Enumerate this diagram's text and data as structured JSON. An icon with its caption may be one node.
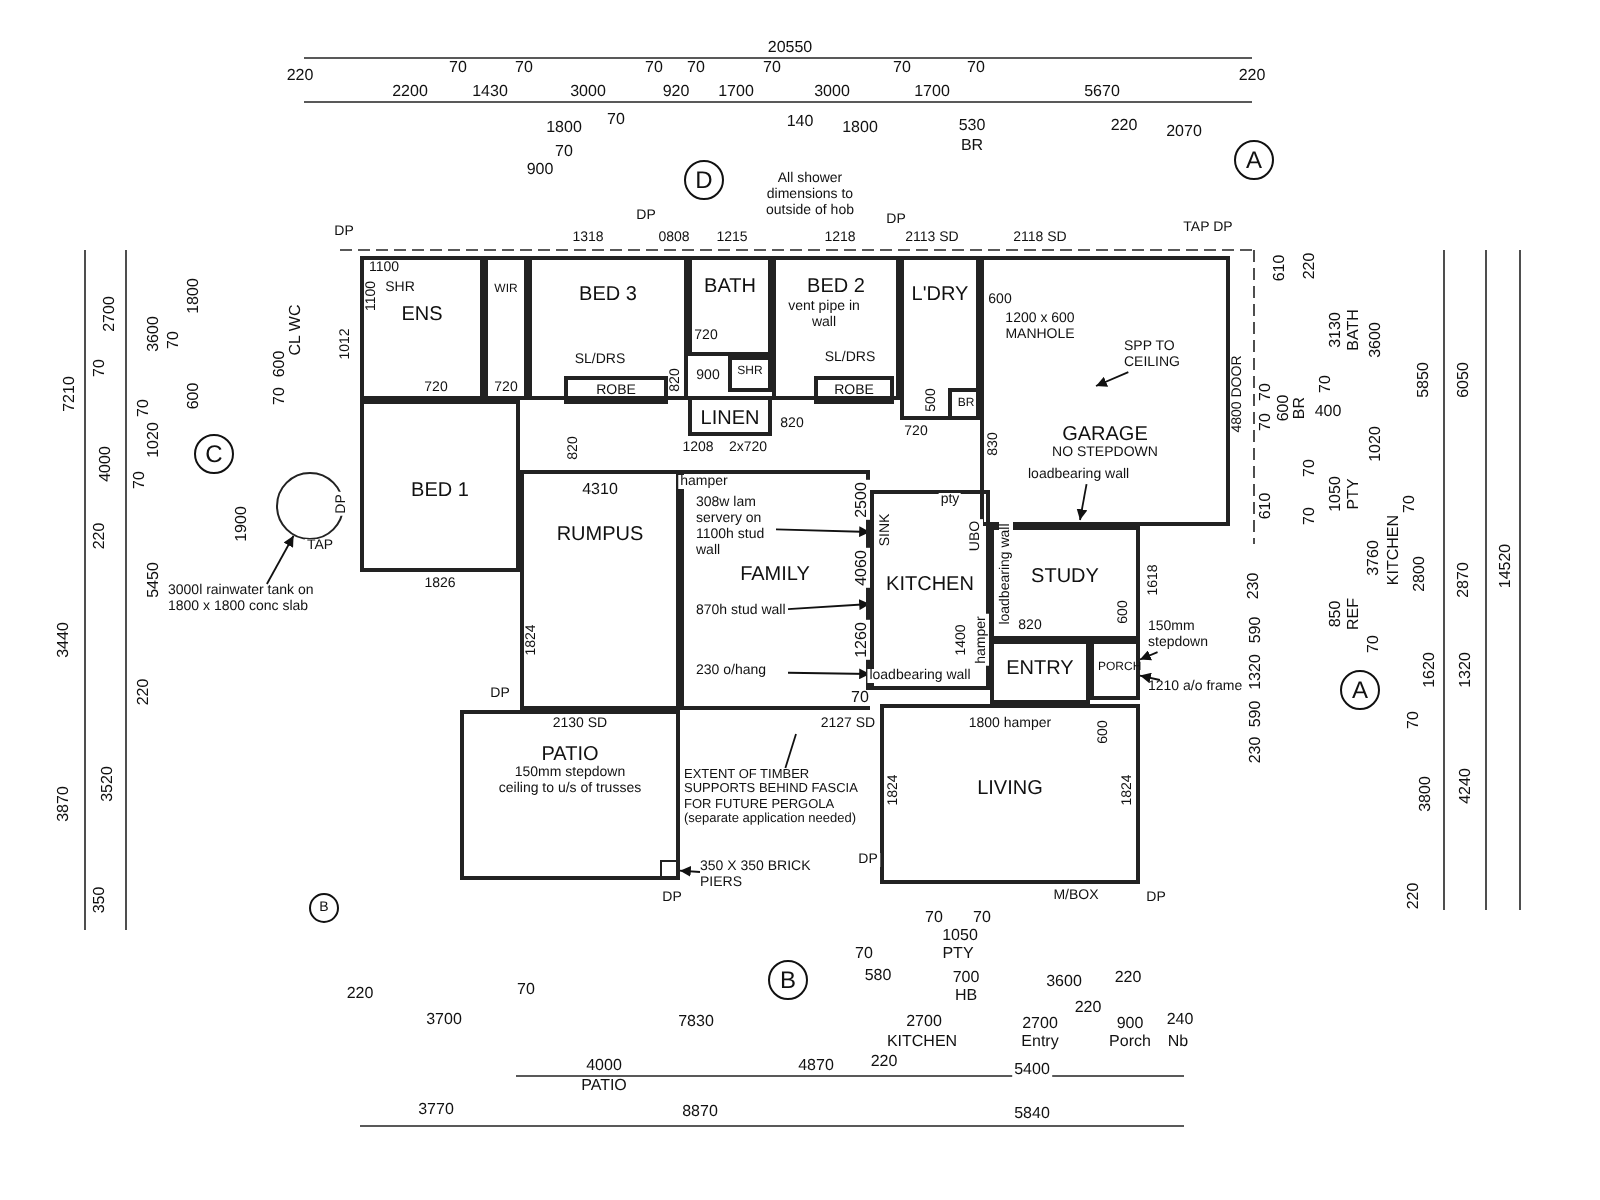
{
  "diagram": {
    "nodes": [
      {
        "text": [
          "ENS"
        ]
      },
      {
        "text": [
          "WIR"
        ]
      },
      {
        "text": [
          "BED 3"
        ]
      },
      {
        "text": [
          "BATH"
        ]
      },
      {
        "text": [
          "SHR"
        ]
      },
      {
        "text": [
          "LINEN"
        ]
      },
      {
        "text": [
          "BED 2"
        ]
      },
      {
        "text": [
          "L'DRY"
        ]
      },
      {
        "text": [
          "GARAGE",
          "NO STEPDOWN"
        ]
      },
      {
        "text": [
          "BED 1"
        ]
      },
      {
        "text": [
          "ROBE"
        ],
        "in": 2
      },
      {
        "text": [
          "ROBE"
        ],
        "in": 6
      },
      {
        "text": [
          "BR"
        ],
        "in": 7
      },
      {
        "text": [
          "RUMPUS"
        ]
      },
      {
        "text": [
          "FAMILY"
        ]
      },
      {
        "text": [
          "KITCHEN"
        ]
      },
      {
        "text": [
          "STUDY"
        ]
      },
      {
        "text": [
          "ENTRY"
        ]
      },
      {
        "text": [
          "PORCH"
        ]
      },
      {
        "text": [
          "PATIO",
          "150mm stepdown",
          "ceiling to u/s of trusses"
        ]
      },
      {
        "text": [
          "LIVING"
        ]
      },
      {
        "text": [],
        "shape": "circle"
      },
      {
        "text": [
          "3000l rainwater tank on 1800 x 1800 conc slab"
        ]
      },
      {
        "text": [],
        "shape": "box",
        "in": 19
      },
      {
        "text": [
          "350 X 350 BRICK PIERS"
        ]
      },
      {
        "text": [
          "SPP TO CEILING"
        ],
        "in": 8
      },
      {
        "text": [
          "150mm stepdown"
        ]
      },
      {
        "text": [
          "1210 a/o frame"
        ]
      },
      {
        "text": [
          "loadbearing wall"
        ],
        "in": 8
      },
      {
        "text": [
          "308w lam servery on 1100h stud wall"
        ],
        "in": 14
      },
      {
        "text": [
          "870h stud wall"
        ],
        "in": 14
      },
      {
        "text": [
          "230 o/hang"
        ],
        "in": 14
      },
      {
        "text": [
          "EXTENT OF TIMBER SUPPORTS BEHIND FASCIA FOR FUTURE PERGOLA",
          "(separate application needed)"
        ]
      }
    ],
    "edges": [
      {
        "from": 22,
        "to": 21,
        "arrow": "to"
      },
      {
        "from": 24,
        "to": 23,
        "arrow": "to"
      },
      {
        "from": 25,
        "to": null,
        "arrow": "to"
      },
      {
        "from": 26,
        "to": 18,
        "arrow": "to"
      },
      {
        "from": 27,
        "to": 18,
        "arrow": "to"
      },
      {
        "from": 28,
        "to": null,
        "arrow": "to"
      },
      {
        "from": 29,
        "to": 15,
        "arrow": "to"
      },
      {
        "from": 30,
        "to": 15,
        "arrow": "to"
      },
      {
        "from": 31,
        "to": 15,
        "arrow": "to"
      },
      {
        "from": 32,
        "to": null,
        "arrow": "none"
      }
    ],
    "labels": [
      "20550",
      "220",
      "2200",
      "70",
      "1430",
      "70",
      "3000",
      "70",
      "920",
      "70",
      "1700",
      "70",
      "3000",
      "70",
      "1700",
      "70",
      "5670",
      "220",
      "1800",
      "70",
      "140",
      "1800",
      "530",
      "BR",
      "220",
      "2070",
      "70",
      "900",
      "A",
      "D",
      "All shower dimensions to outside of hob",
      "DP",
      "DP",
      "1318",
      "0808",
      "1215",
      "1218",
      "DP",
      "2113 SD",
      "2118 SD",
      "TAP DP",
      "7210",
      "2700",
      "3600",
      "1800",
      "70",
      "70",
      "600",
      "70",
      "4000",
      "1020",
      "70",
      "220",
      "5450",
      "3440",
      "220",
      "3870",
      "3520",
      "350",
      "C",
      "CL WC",
      "600",
      "70",
      "1900",
      "TAP",
      "DP",
      "1100",
      "1100",
      "SHR",
      "1012",
      "720",
      "720",
      "SL/DRS",
      "820",
      "820",
      "4310",
      "1826",
      "1824",
      "DP",
      "2130 SD",
      "720",
      "900",
      "1208",
      "2x720",
      "hamper",
      "vent pipe in wall",
      "SL/DRS",
      "820",
      "720",
      "500",
      "600",
      "1200 x 600 MANHOLE",
      "830",
      "4800 DOOR",
      "2500",
      "4060",
      "1260",
      "70",
      "SINK",
      "UBO",
      "pty",
      "loadbearing wall",
      "loadbearing wall",
      "1400",
      "hamper",
      "820",
      "600",
      "1618",
      "1800 hamper",
      "600",
      "1824",
      "1824",
      "DP",
      "DP",
      "M/BOX",
      "DP",
      "2127 SD",
      "B",
      "610",
      "220",
      "3130",
      "BATH",
      "3600",
      "5850",
      "6050",
      "70",
      "70",
      "600",
      "BR",
      "400",
      "70",
      "1020",
      "70",
      "610",
      "70",
      "1050",
      "PTY",
      "70",
      "3760",
      "KITCHEN",
      "2800",
      "2870",
      "14520",
      "230",
      "850",
      "REF",
      "590",
      "1320",
      "70",
      "A",
      "1620",
      "1320",
      "70",
      "590",
      "230",
      "3800",
      "4240",
      "220",
      "70",
      "70",
      "1050",
      "PTY",
      "B",
      "70",
      "580",
      "700",
      "HB",
      "3600",
      "220",
      "220",
      "70",
      "3700",
      "7830",
      "2700",
      "KITCHEN",
      "220",
      "2700",
      "Entry",
      "900",
      "Porch",
      "240",
      "Nb",
      "4000",
      "PATIO",
      "4870",
      "220",
      "5400",
      "3770",
      "8870",
      "5840"
    ]
  }
}
